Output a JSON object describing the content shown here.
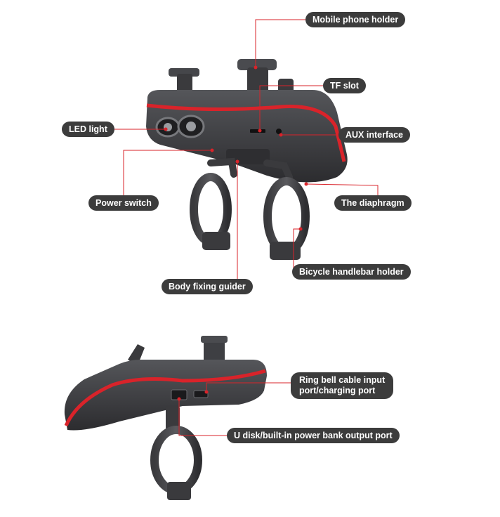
{
  "colors": {
    "accent_red": "#d9232a",
    "label_bg": "#3c3c3c",
    "label_text": "#ffffff",
    "device_body": "#3b3b3e"
  },
  "diagram": {
    "top_view": {
      "labels": {
        "mobile_phone_holder": "Mobile phone holder",
        "tf_slot": "TF slot",
        "led_light": "LED light",
        "aux_interface": "AUX interface",
        "power_switch": "Power switch",
        "the_diaphragm": "The diaphragm",
        "bicycle_handlebar_holder": "Bicycle handlebar holder",
        "body_fixing_guider": "Body fixing guider"
      }
    },
    "side_view": {
      "labels": {
        "ring_bell_port_line1": "Ring bell cable input",
        "ring_bell_port_line2": "port/charging port",
        "u_disk_port": "U disk/built-in power bank output port"
      }
    }
  }
}
